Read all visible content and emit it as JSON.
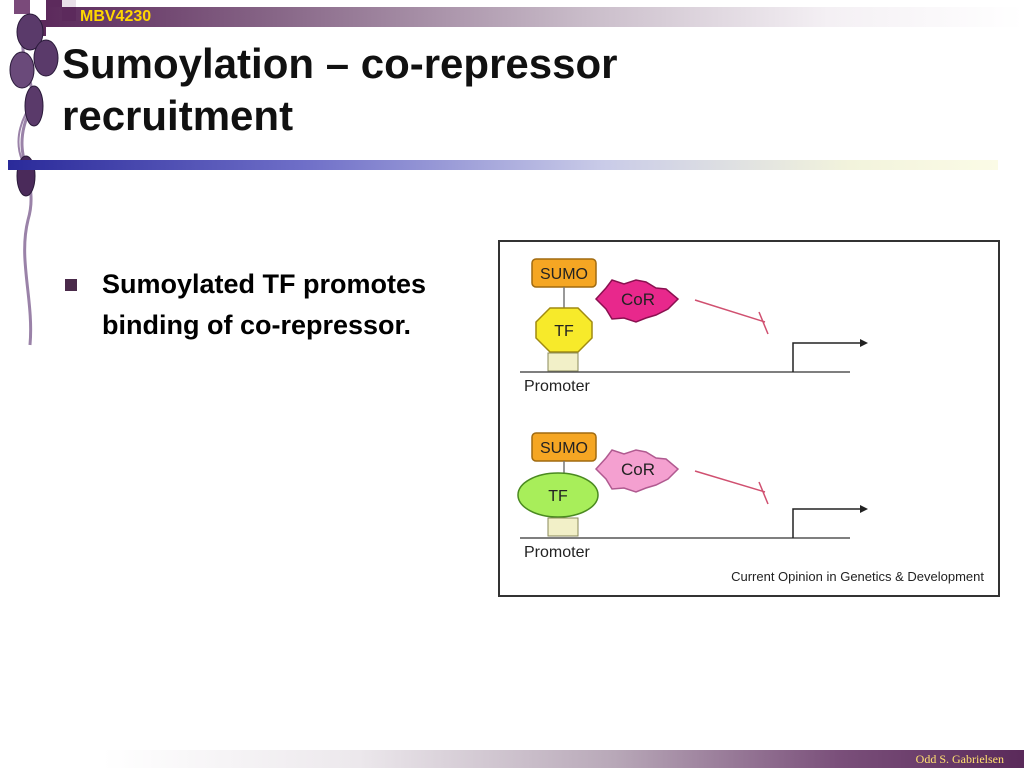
{
  "header": {
    "course_label": "MBV4230"
  },
  "slide": {
    "title_line1": "Sumoylation – co-repressor",
    "title_line2": "recruitment",
    "bullets": [
      {
        "text": "Sumoylated TF promotes binding of co-repressor."
      }
    ]
  },
  "figure": {
    "top_panel": {
      "sumo_label": "SUMO",
      "cor_label": "CoR",
      "tf_label": "TF",
      "promoter_label": "Promoter"
    },
    "bottom_panel": {
      "sumo_label": "SUMO",
      "cor_label": "CoR",
      "tf_label": "TF",
      "promoter_label": "Promoter"
    },
    "credit": "Current Opinion in Genetics & Development"
  },
  "footer": {
    "author": "Odd S. Gabrielsen"
  },
  "colors": {
    "brand_purple": "#5c2a5c",
    "course_label": "#ffd700",
    "title_rule": "#2a2a9a",
    "sumo_fill": "#f5a623",
    "cor_strong": "#e8288c",
    "cor_light": "#f4a0d0",
    "tf_yellow": "#f7ea2a",
    "tf_green": "#a8ee5a"
  }
}
